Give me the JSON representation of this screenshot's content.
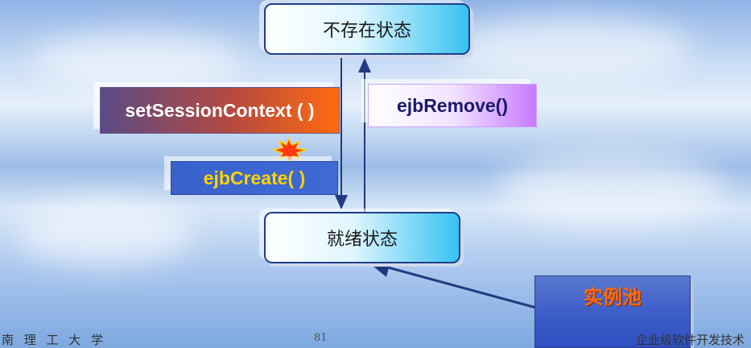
{
  "states": {
    "not_exist": "不存在状态",
    "ready": "就绪状态"
  },
  "transitions": {
    "set_session_context": "setSessionContext ( )",
    "ejb_create": "ejbCreate( )",
    "ejb_remove": "ejbRemove()"
  },
  "pool": {
    "label": "实例池"
  },
  "footer": {
    "left": "南 理 工 大 学",
    "page": "81",
    "right": "企业级软件开发技术"
  },
  "colors": {
    "arrow": "#1f3a80",
    "pool_text": "#ff6a10",
    "create_text": "#ffd400"
  }
}
